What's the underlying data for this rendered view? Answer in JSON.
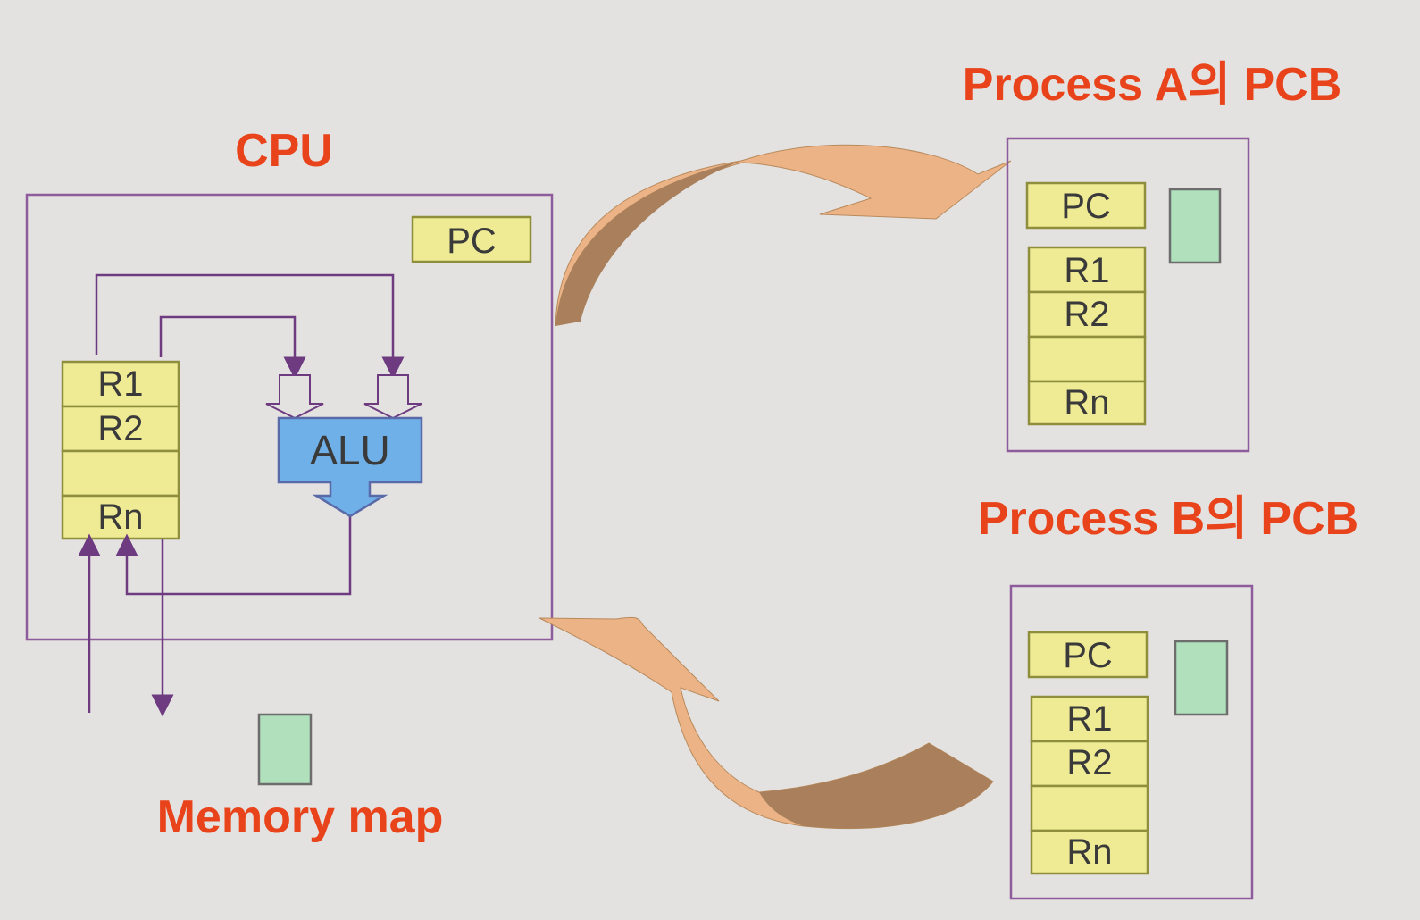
{
  "cpu": {
    "title": "CPU",
    "pc_label": "PC",
    "registers": [
      "R1",
      "R2",
      "",
      "Rn"
    ],
    "alu_label": "ALU"
  },
  "memory_map": {
    "label": "Memory map"
  },
  "pcb_a": {
    "title": "Process A의 PCB",
    "pc_label": "PC",
    "registers": [
      "R1",
      "R2",
      "",
      "Rn"
    ]
  },
  "pcb_b": {
    "title": "Process B의 PCB",
    "pc_label": "PC",
    "registers": [
      "R1",
      "R2",
      "",
      "Rn"
    ]
  },
  "colors": {
    "background": "#e3e2e0",
    "title": "#e8431a",
    "register_fill": "#efea94",
    "memory_fill": "#b0e0bc",
    "alu_fill": "#6fb0e8",
    "frame": "#8e5c9c",
    "arrow": "#ecb386"
  }
}
